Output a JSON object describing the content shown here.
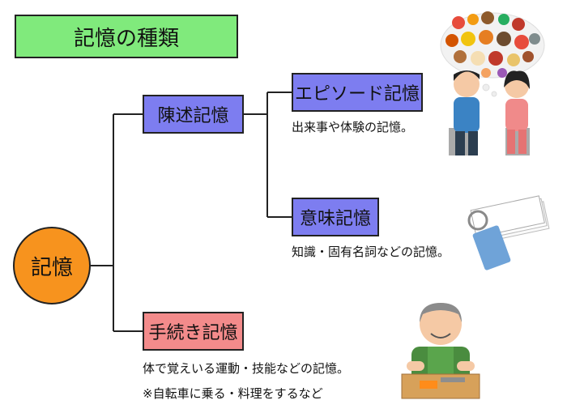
{
  "title": "記憶の種類",
  "nodes": {
    "root": "記憶",
    "declarative": "陳述記憶",
    "episodic": "エピソード記憶",
    "semantic": "意味記憶",
    "procedural": "手続き記憶"
  },
  "descriptions": {
    "episodic": "出来事や体験の記憶。",
    "semantic": "知識・固有名詞などの記憶。",
    "procedural_1": "体で覚えいる運動・技能などの記憶。",
    "procedural_2": "※自転車に乗る・料理をするなど"
  },
  "icons": {
    "episodic": "couple-thinking-of-food-icon",
    "semantic": "word-cards-icon",
    "procedural": "elder-cooking-icon"
  },
  "colors": {
    "title_bg": "#80ea7c",
    "node_blue": "#7d7df0",
    "node_pink": "#f38b8b",
    "root_orange": "#f7931e"
  }
}
